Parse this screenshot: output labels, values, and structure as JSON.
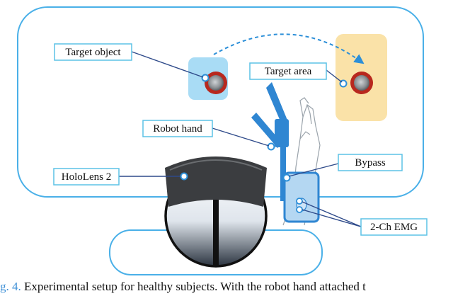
{
  "labels": {
    "target_object": "Target object",
    "target_area": "Target area",
    "robot_hand": "Robot hand",
    "holo_lens": "HoloLens 2",
    "bypass": "Bypass",
    "emg": "2-Ch EMG"
  },
  "caption": {
    "figure": "g. 4.",
    "text": "Experimental setup for healthy subjects. With the robot hand attached t"
  },
  "colors": {
    "outline": "#4ab0e8",
    "label_border": "#5cc2e6",
    "target_object_fill": "#a9dcf5",
    "target_area_fill": "#fae2a8",
    "robot_blue": "#2f86d2",
    "emg_fill": "#b4d7f2",
    "figure_link": "#3d8fd6"
  }
}
